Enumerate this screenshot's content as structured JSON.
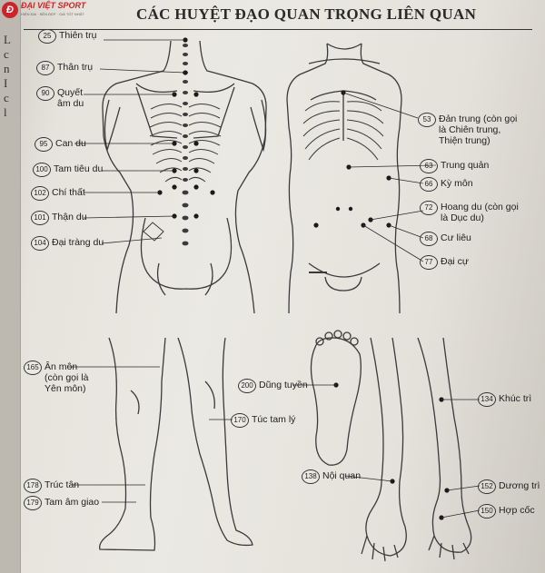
{
  "logo": {
    "brand": "ĐẠI VIỆT SPORT",
    "tagline": "HIỆN ĐẠI · BỀN ĐẸP · GIÁ TỐT NHẤT"
  },
  "title": "CÁC HUYỆT ĐẠO QUAN TRỌNG LIÊN QUAN",
  "margin_letters": [
    "L",
    "c",
    "n",
    "I",
    "c",
    "l"
  ],
  "points": [
    {
      "num": "25",
      "name": "Thiên trụ"
    },
    {
      "num": "87",
      "name": "Thân trụ"
    },
    {
      "num": "90",
      "name": "Quyết\nâm du"
    },
    {
      "num": "95",
      "name": "Can du"
    },
    {
      "num": "100",
      "name": "Tam tiêu du"
    },
    {
      "num": "102",
      "name": "Chí thất"
    },
    {
      "num": "101",
      "name": "Thận du"
    },
    {
      "num": "104",
      "name": "Đại tràng du"
    },
    {
      "num": "53",
      "name": "Đản trung (còn gọi\nlà Chiên trung,\nThiện trung)"
    },
    {
      "num": "63",
      "name": "Trung quản"
    },
    {
      "num": "66",
      "name": "Kỳ môn"
    },
    {
      "num": "72",
      "name": "Hoang du (còn gọi\nlà Dục du)"
    },
    {
      "num": "68",
      "name": "Cư liêu"
    },
    {
      "num": "77",
      "name": "Đại cự"
    },
    {
      "num": "165",
      "name": "Ân môn\n(còn gọi là\nYên môn)"
    },
    {
      "num": "170",
      "name": "Túc tam lý"
    },
    {
      "num": "178",
      "name": "Trúc tân"
    },
    {
      "num": "179",
      "name": "Tam âm giao"
    },
    {
      "num": "200",
      "name": "Dũng tuyền"
    },
    {
      "num": "138",
      "name": "Nội quan"
    },
    {
      "num": "134",
      "name": "Khúc trì"
    },
    {
      "num": "152",
      "name": "Dương trì"
    },
    {
      "num": "150",
      "name": "Hợp cốc"
    }
  ]
}
